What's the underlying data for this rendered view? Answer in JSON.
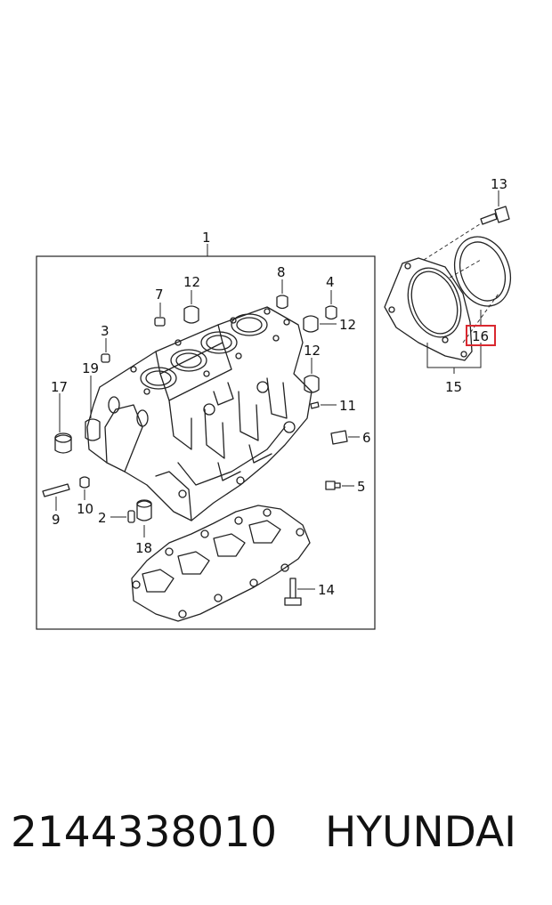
{
  "callouts": {
    "c1": "1",
    "c2": "2",
    "c3": "3",
    "c4": "4",
    "c5": "5",
    "c6": "6",
    "c7": "7",
    "c8": "8",
    "c9": "9",
    "c10": "10",
    "c11": "11",
    "c12a": "12",
    "c12b": "12",
    "c12c": "12",
    "c13": "13",
    "c14": "14",
    "c15": "15",
    "c16": "16",
    "c17": "17",
    "c18": "18",
    "c19": "19"
  },
  "highlight": {
    "callout": "16",
    "color": "#d9282f"
  },
  "footer": {
    "part_number": "2144338010",
    "brand": "HYUNDAI"
  }
}
